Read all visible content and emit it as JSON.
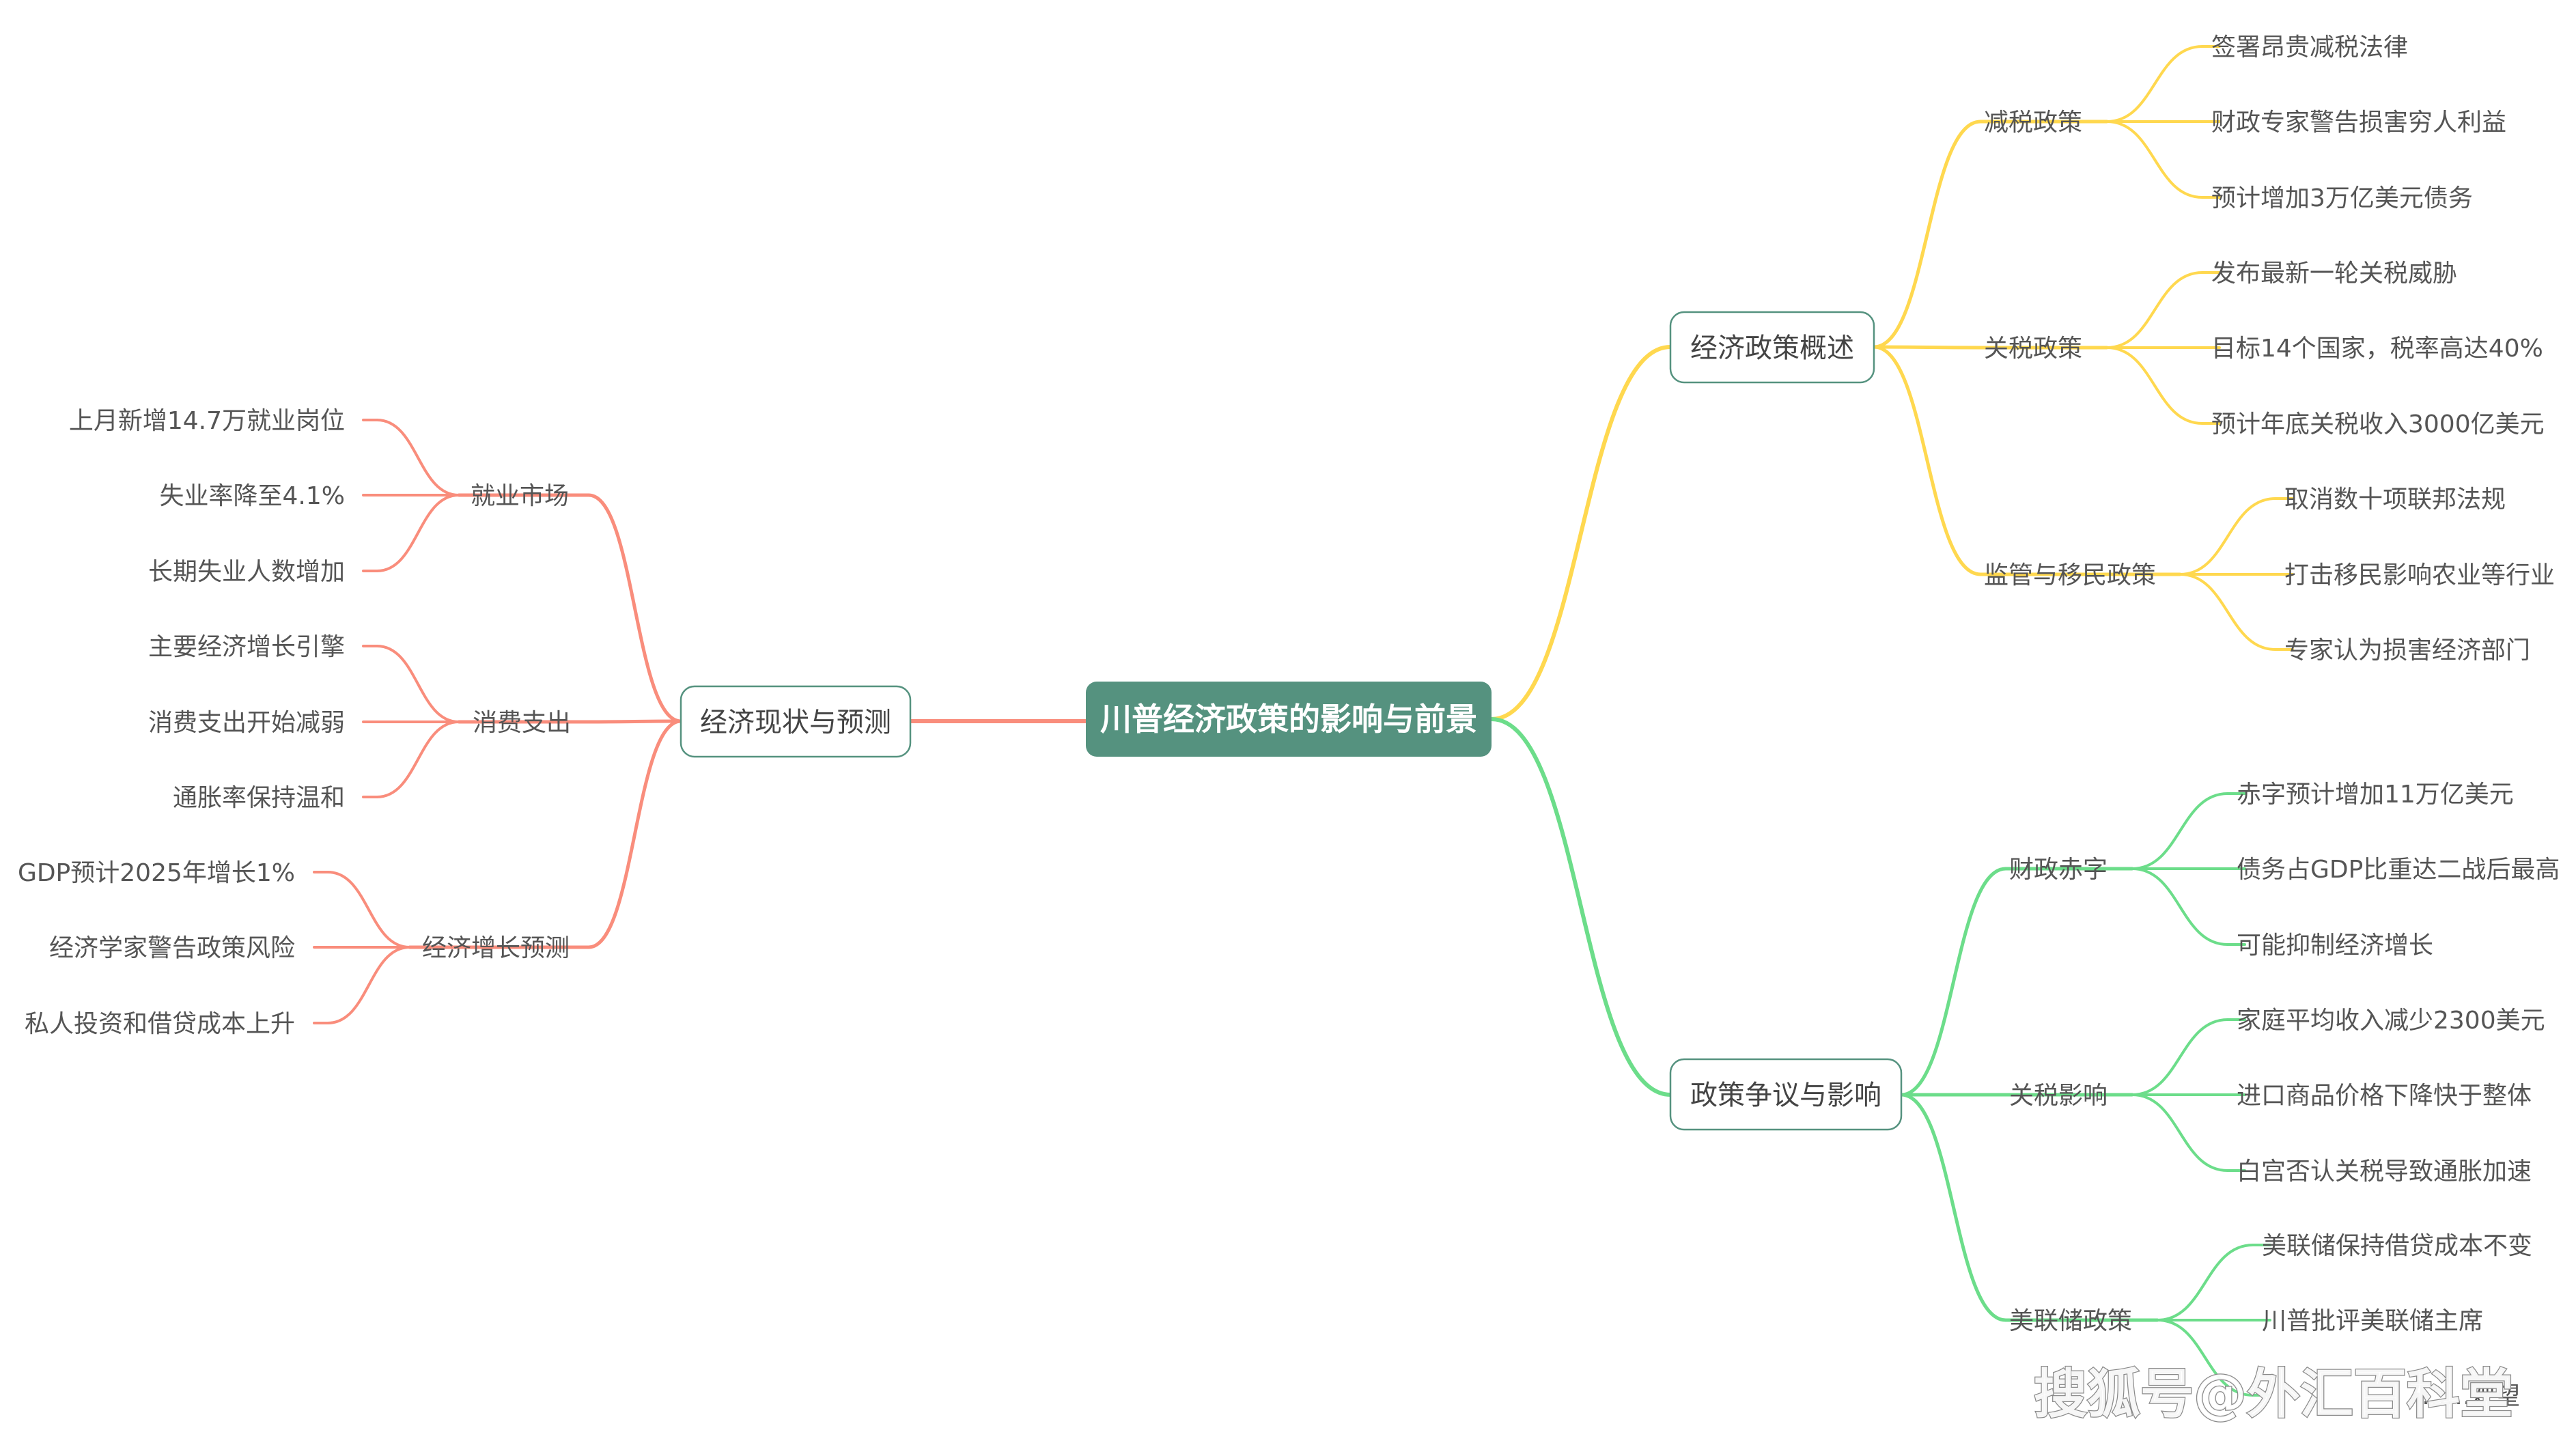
{
  "root": {
    "label": "川普经济政策的影响与前景",
    "color": "#55927f"
  },
  "branches": [
    {
      "id": "b1",
      "label": "经济政策概述",
      "color": "#ffd84f",
      "subs": [
        {
          "label": "减税政策",
          "leaves": [
            "签署昂贵减税法律",
            "财政专家警告损害穷人利益",
            "预计增加3万亿美元债务"
          ]
        },
        {
          "label": "关税政策",
          "leaves": [
            "发布最新一轮关税威胁",
            "目标14个国家，税率高达40%",
            "预计年底关税收入3000亿美元"
          ]
        },
        {
          "label": "监管与移民政策",
          "leaves": [
            "取消数十项联邦法规",
            "打击移民影响农业等行业",
            "专家认为损害经济部门"
          ]
        }
      ]
    },
    {
      "id": "b2",
      "label": "政策争议与影响",
      "color": "#6cdd8a",
      "subs": [
        {
          "label": "财政赤字",
          "leaves": [
            "赤字预计增加11万亿美元",
            "债务占GDP比重达二战后最高",
            "可能抑制经济增长"
          ]
        },
        {
          "label": "关税影响",
          "leaves": [
            "家庭平均收入减少2300美元",
            "进口商品价格下降快于整体",
            "白宫否认关税导致通胀加速"
          ]
        },
        {
          "label": "美联储政策",
          "leaves": [
            "美联储保持借贷成本不变",
            "川普批评美联储主席",
            "……观望"
          ]
        }
      ]
    },
    {
      "id": "b3",
      "label": "经济现状与预测",
      "color": "#f98d7c",
      "subs": [
        {
          "label": "就业市场",
          "leaves": [
            "上月新增14.7万就业岗位",
            "失业率降至4.1%",
            "长期失业人数增加"
          ]
        },
        {
          "label": "消费支出",
          "leaves": [
            "主要经济增长引擎",
            "消费支出开始减弱",
            "通胀率保持温和"
          ]
        },
        {
          "label": "经济增长预测",
          "leaves": [
            "GDP预计2025年增长1%",
            "经济学家警告政策风险",
            "私人投资和借贷成本上升"
          ]
        }
      ]
    }
  ],
  "watermark": "搜狐号@外汇百科堂"
}
